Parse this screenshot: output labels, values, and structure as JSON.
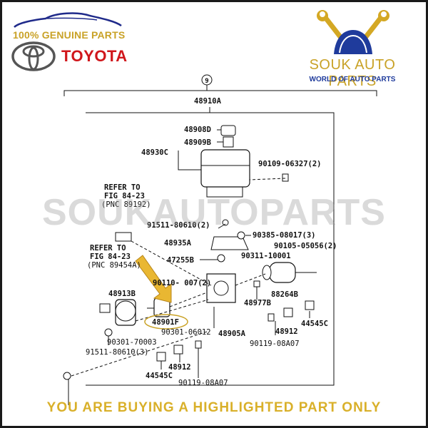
{
  "branding": {
    "genuine_label": "100% GENUINE PARTS",
    "toyota_label": "TOYOTA",
    "store_name": "SOUK AUTO PARTS",
    "store_tagline": "WORLD OF AUTO PARTS",
    "gold": "#c9a227",
    "red": "#d0161b",
    "blue": "#1f3b9c"
  },
  "watermark": "SOUKAUTOPARTS",
  "footer": "YOU ARE BUYING A HIGHLIGHTED PART ONLY",
  "diagram": {
    "assembly_index": "9",
    "assembly_label": "48910A",
    "highlight_color": "#e0b020",
    "refer_top": {
      "line1": "REFER TO",
      "line2": "FIG 84-23",
      "line3": "(PNC 89192)"
    },
    "refer_left": {
      "line1": "REFER TO",
      "line2": "FIG 84-23",
      "line3": "(PNC 89454A)"
    },
    "parts": {
      "p48908D": "48908D",
      "p48909B": "48909B",
      "p48930C": "48930C",
      "p90109": "90109-06327(2)",
      "p91511a": "91511-80610(2)",
      "p90385": "90385-08017(3)",
      "p48935A": "48935A",
      "p90105": "90105-05056(2)",
      "p90311": "90311-10001",
      "p47255B": "47255B",
      "p90110": "90110-   007(2)",
      "p48913B": "48913B",
      "p88264B": "88264B",
      "p48977B": "48977B",
      "p44545Cr": "44545C",
      "p48901F": "48901F",
      "p48912r": "48912",
      "p90301a": "90301-06012",
      "p48905A": "48905A",
      "p90119r": "90119-08A07",
      "p90301b": "90301-70003",
      "p91511b": "91511-80610(3)",
      "p48912b": "48912",
      "p44545Cb": "44545C",
      "p90119b": "90119-08A07"
    }
  }
}
